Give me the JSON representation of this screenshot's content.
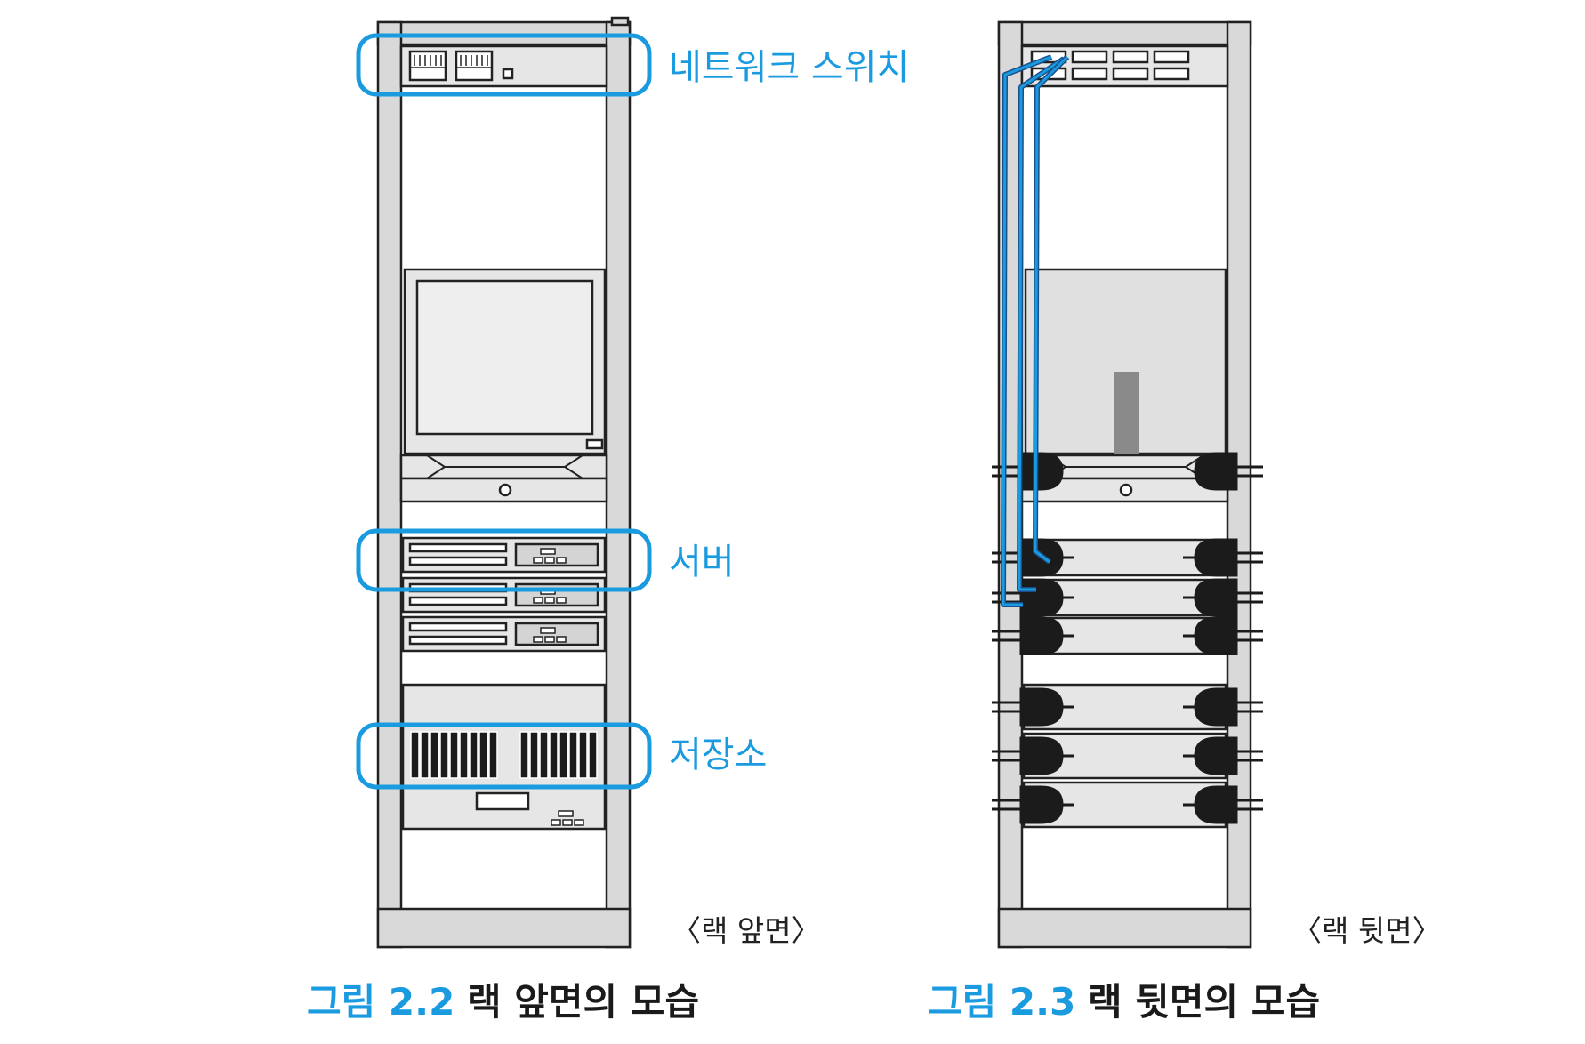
{
  "front": {
    "labels": {
      "switch": "네트워크 스위치",
      "server": "서버",
      "storage": "저장소"
    },
    "caption": "〈랙 앞면〉",
    "figure": {
      "number": "그림 2.2",
      "title": "랙 앞면의 모습"
    }
  },
  "back": {
    "caption": "〈랙 뒷면〉",
    "figure": {
      "number": "그림 2.3",
      "title": "랙 뒷면의 모습"
    }
  },
  "colors": {
    "accent": "#1a9be0",
    "frame": "#d9d9d9",
    "panel": "#e6e6e6",
    "outline": "#222222",
    "plug": "#1b1b1b",
    "bar": "#8a8a8a"
  }
}
